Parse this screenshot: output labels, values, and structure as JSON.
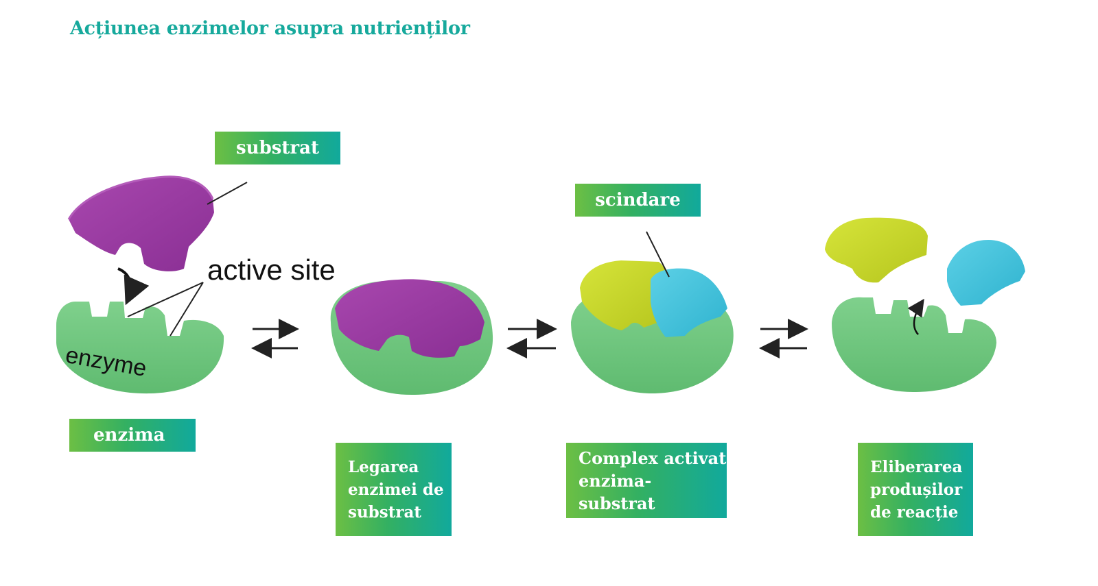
{
  "title": "Acțiunea enzimelor asupra nutrienților",
  "labels": {
    "substrat": "substrat",
    "scindare": "scindare",
    "enzima": "enzima",
    "legarea": [
      "Legarea",
      "enzimei de",
      "substrat"
    ],
    "complex": [
      "Complex activat",
      "enzima-substrat"
    ],
    "eliberarea": [
      "Eliberarea",
      "produșilor",
      "de reacție"
    ]
  },
  "diagram_text": {
    "active_site": "active site",
    "enzyme": "enzyme"
  },
  "colors": {
    "title": "#16a99c",
    "enzyme": "#6cc57c",
    "substrate": "#9b3aa2",
    "product_yellow": "#c9d92a",
    "product_cyan": "#41c3dc",
    "label_gradient_start": "#6cbf44",
    "label_gradient_end": "#11a99c"
  }
}
